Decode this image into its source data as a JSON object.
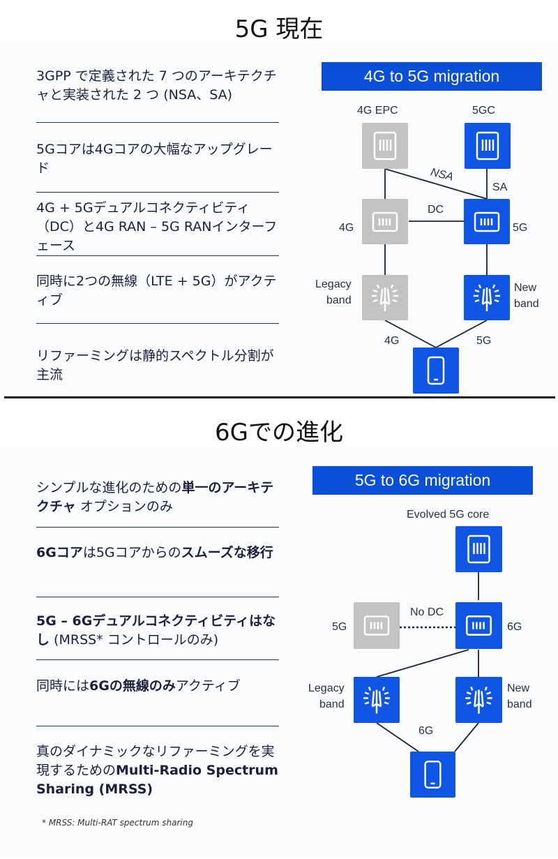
{
  "top": {
    "title": "5G 現在",
    "banner": "4G to 5G migration",
    "items": [
      "3GPP で定義された 7 つのアーキテクチャと実装された 2 つ (NSA、SA)",
      "5Gコアは4Gコアの大幅なアップグレード",
      "4G + 5Gデュアルコネクティビティ（DC）と4G RAN – 5G RANインターフェース",
      "同時に2つの無線（LTE + 5G）がアクティブ",
      "リファーミングは静的スペクトル分割が主流"
    ],
    "diagram": {
      "epc_label": "4G EPC",
      "core5g_label": "5GC",
      "nsa_label": "NSA",
      "sa_label": "SA",
      "dc_label": "DC",
      "ran4g_label": "4G",
      "ran5g_label": "5G",
      "legacy_label_1": "Legacy",
      "legacy_label_2": "band",
      "new_label_1": "New",
      "new_label_2": "band",
      "link4g_label": "4G",
      "link5g_label": "5G"
    }
  },
  "bottom": {
    "title": "6Gでの進化",
    "banner": "5G to 6G migration",
    "items": [
      {
        "pre": "シンプルな進化のための",
        "bold": "単一のアーキテクチャ",
        "post": " オプションのみ"
      },
      {
        "pre": "",
        "bold": "6Gコア",
        "mid": "は5Gコアからの",
        "bold2": "スムーズな移行",
        "post": ""
      },
      {
        "pre": "",
        "bold": "5G – 6Gデュアルコネクティビティはなし",
        "post": " (MRSS* コントロールのみ)"
      },
      {
        "pre": "同時には",
        "bold": "6Gの無線のみ",
        "post": "アクティブ"
      },
      {
        "pre": "真のダイナミックなリファーミングを実現するための",
        "bold": "Multi-Radio Spectrum Sharing (MRSS)",
        "post": ""
      }
    ],
    "footnote": "* MRSS: Multi-RAT spectrum sharing",
    "diagram": {
      "core_label": "Evolved 5G core",
      "nodc_label": "No DC",
      "ran5g_label": "5G",
      "ran6g_label": "6G",
      "legacy_label_1": "Legacy",
      "legacy_label_2": "band",
      "new_label_1": "New",
      "new_label_2": "band",
      "link6g_label": "6G"
    }
  },
  "colors": {
    "accent_blue": "#0f55e6",
    "grey_node": "#c3c3c3"
  }
}
